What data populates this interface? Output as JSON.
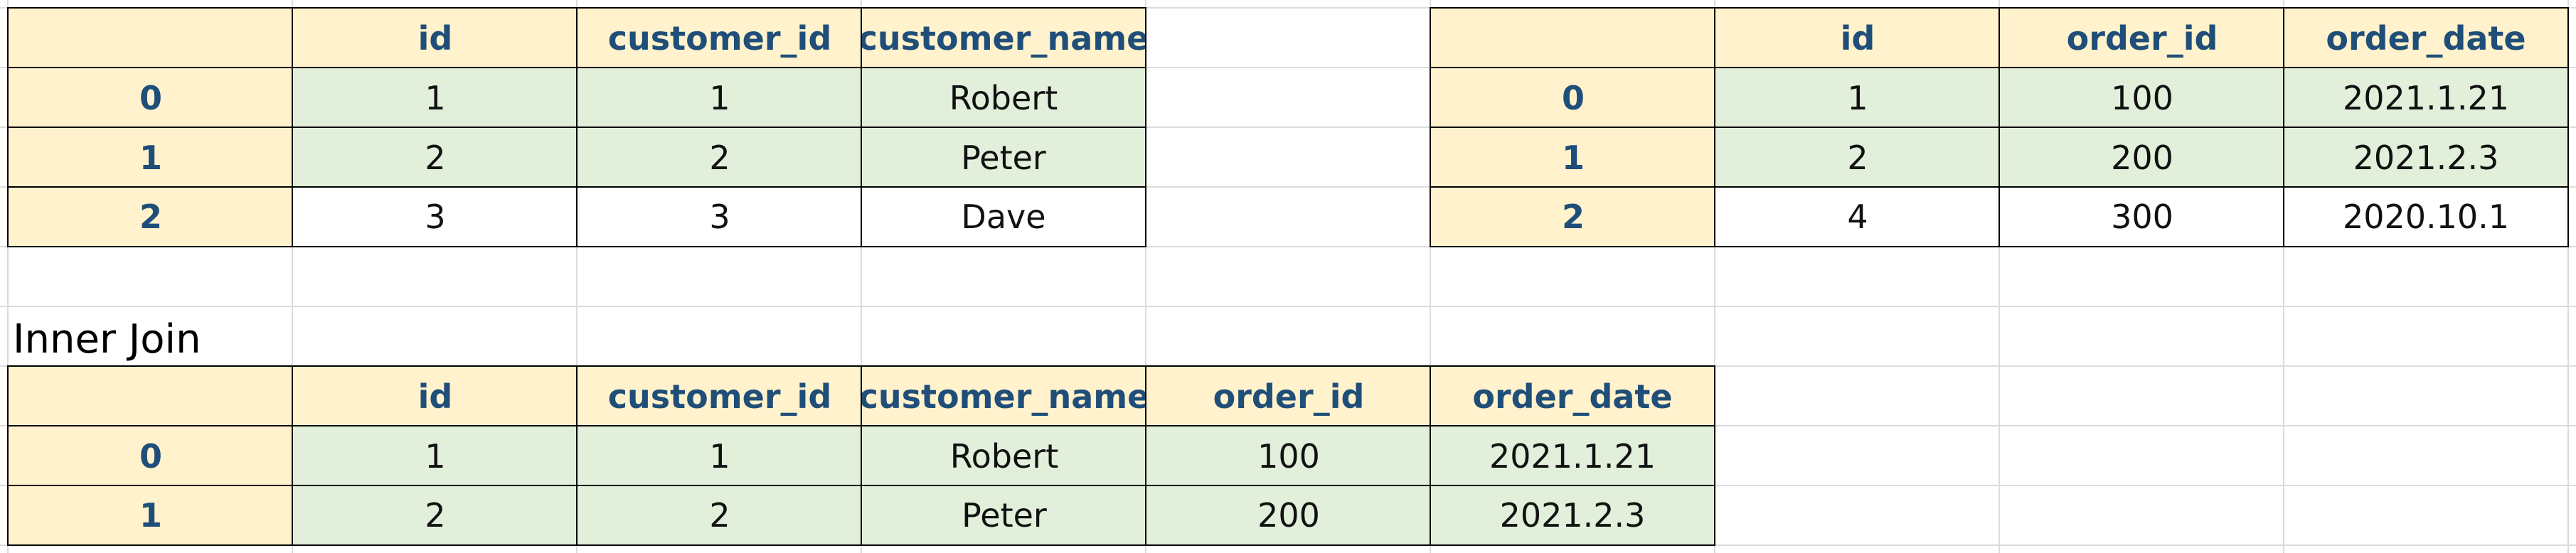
{
  "tables": {
    "customers": {
      "columns": [
        "",
        "id",
        "customer_id",
        "customer_name"
      ],
      "rows": [
        [
          "0",
          "1",
          "1",
          "Robert"
        ],
        [
          "1",
          "2",
          "2",
          "Peter"
        ],
        [
          "2",
          "3",
          "3",
          "Dave"
        ]
      ]
    },
    "orders": {
      "columns": [
        "",
        "id",
        "order_id",
        "order_date"
      ],
      "rows": [
        [
          "0",
          "1",
          "100",
          "2021.1.21"
        ],
        [
          "1",
          "2",
          "200",
          "2021.2.3"
        ],
        [
          "2",
          "4",
          "300",
          "2020.10.1"
        ]
      ]
    },
    "inner_join": {
      "title": "Inner Join",
      "columns": [
        "",
        "id",
        "customer_id",
        "customer_name",
        "order_id",
        "order_date"
      ],
      "rows": [
        [
          "0",
          "1",
          "1",
          "Robert",
          "100",
          "2021.1.21"
        ],
        [
          "1",
          "2",
          "2",
          "Peter",
          "200",
          "2021.2.3"
        ]
      ]
    }
  },
  "colors": {
    "header_fill": "#fff2cc",
    "header_text": "#1f4e79",
    "matched_fill": "#e2efda",
    "unmatched_fill": "#ffffff"
  }
}
